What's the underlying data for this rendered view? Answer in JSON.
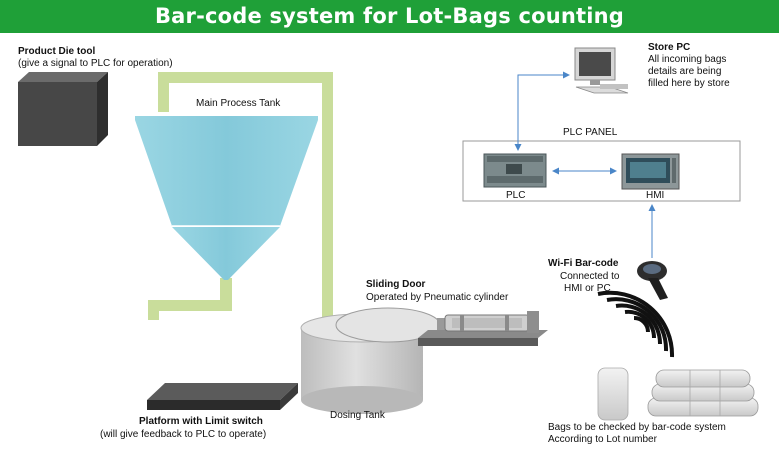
{
  "title": "Bar-code system for Lot-Bags counting",
  "labels": {
    "die_tool_title": "Product Die tool",
    "die_tool_desc": "(give a signal to PLC for operation)",
    "main_tank": "Main Process Tank",
    "sliding_door_title": "Sliding Door",
    "sliding_door_desc": "Operated by Pneumatic cylinder",
    "dosing_tank": "Dosing Tank",
    "platform_title": "Platform with Limit switch",
    "platform_desc": "(will give feedback to PLC to operate)",
    "store_pc_title": "Store PC",
    "store_pc_desc_1": "All incoming bags",
    "store_pc_desc_2": "details are being",
    "store_pc_desc_3": "filled here by store",
    "plc_panel": "PLC PANEL",
    "plc": "PLC",
    "hmi": "HMI",
    "wifi_title": "Wi-Fi Bar-code",
    "wifi_desc_1": "Connected to",
    "wifi_desc_2": "HMI or PC",
    "bags_desc_1": "Bags to be checked by bar-code system",
    "bags_desc_2": "According to Lot number"
  },
  "colors": {
    "banner": "#1fa038",
    "tank": "#8fd0df",
    "pipe": "#c9dd9b",
    "link": "#4a86c8",
    "dosing": "#cfcfcf",
    "die": "#4a4a4a"
  },
  "icons": [
    "product-die-tool",
    "main-process-tank",
    "dosing-tank",
    "platform",
    "pneumatic-cylinder",
    "store-pc",
    "plc-device",
    "hmi-screen",
    "barcode-scanner",
    "wifi-signal",
    "cement-bags"
  ]
}
